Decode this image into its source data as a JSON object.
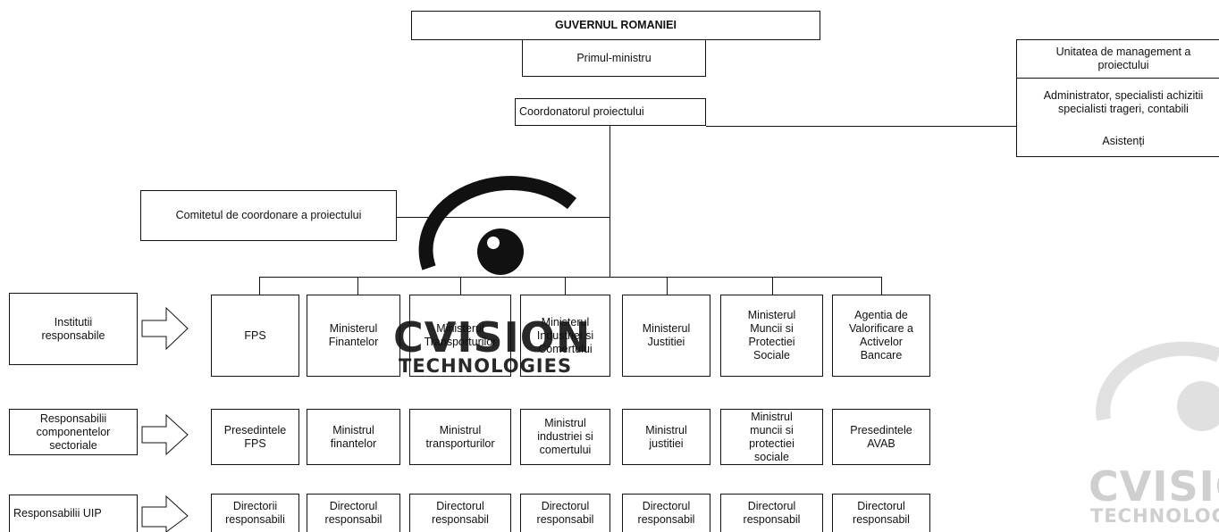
{
  "top": {
    "government": "GUVERNUL ROMANIEI",
    "prime_minister": "Primul-ministru",
    "coordinator": "Coordonatorul proiectului",
    "committee": "Comitetul de coordonare a proiectului"
  },
  "pmu": {
    "title": "Unitatea de management a\nproiectului",
    "staff": "Administrator, specialisti achizitii\nspecialisti trageri, contabili",
    "assistants": "Asistenți"
  },
  "row_labels": {
    "institutions": "Institutii\nresponsabile",
    "component_heads": "Responsabilii\ncomponentelor\nsectoriale",
    "uip_heads": "Responsabilii UIP"
  },
  "institutions": [
    "FPS",
    "Ministerul\nFinantelor",
    "Ministerul\nTransporturilor",
    "Ministerul\nIndustriei si\nComertului",
    "Ministerul\nJustitiei",
    "Ministerul\nMuncii si\nProtectiei\nSociale",
    "Agentia de\nValorificare a\nActivelor\nBancare"
  ],
  "component_heads": [
    "Presedintele\nFPS",
    "Ministrul\nfinantelor",
    "Ministrul\ntransporturilor",
    "Ministrul\nindustriei si\ncomertului",
    "Ministrul\njustitiei",
    "Ministrul\nmuncii si\nprotectiei\nsociale",
    "Presedintele\nAVAB"
  ],
  "uip_heads": [
    "Directorii\nresponsabili",
    "Directorul\nresponsabil",
    "Directorul\nresponsabil",
    "Directorul\nresponsabil",
    "Directorul\nresponsabil",
    "Directorul\nresponsabil",
    "Directorul\nresponsabil"
  ],
  "watermark": {
    "brand": "CVISION",
    "sub": "TECHNOLOGIES"
  }
}
